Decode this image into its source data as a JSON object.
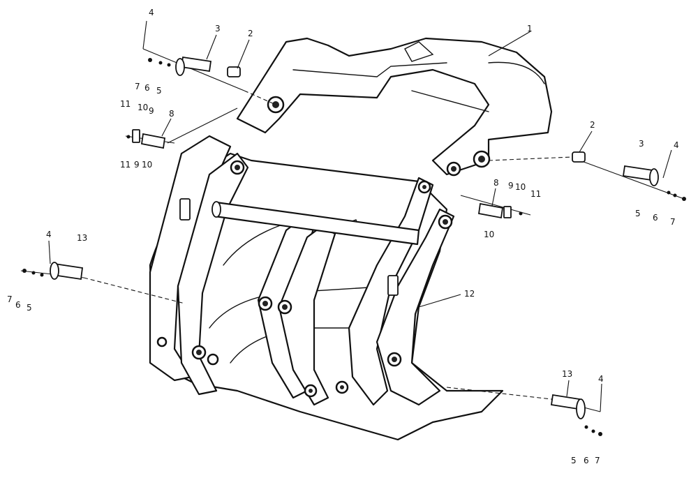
{
  "callouts": {
    "tl_4": "4",
    "tl_3": "3",
    "tl_2": "2",
    "tl_7": "7",
    "tl_6": "6",
    "tl_5": "5",
    "tl_1": "1",
    "ml_11": "11",
    "ml_10": "10",
    "ml_9": "9",
    "ml_8": "8",
    "ml_b11": "11",
    "ml_b9": "9",
    "ml_b10": "10",
    "r_2": "2",
    "r_3": "3",
    "r_4": "4",
    "r_5": "5",
    "r_6": "6",
    "r_7": "7",
    "mr_8": "8",
    "mr_9": "9",
    "mr_10": "10",
    "mr_11": "11",
    "mr_b10": "10",
    "l_4": "4",
    "l_13": "13",
    "l_7": "7",
    "l_6": "6",
    "l_5": "5",
    "r_12": "12",
    "br_13": "13",
    "br_4": "4",
    "br_5": "5",
    "br_6": "6",
    "br_7": "7"
  }
}
